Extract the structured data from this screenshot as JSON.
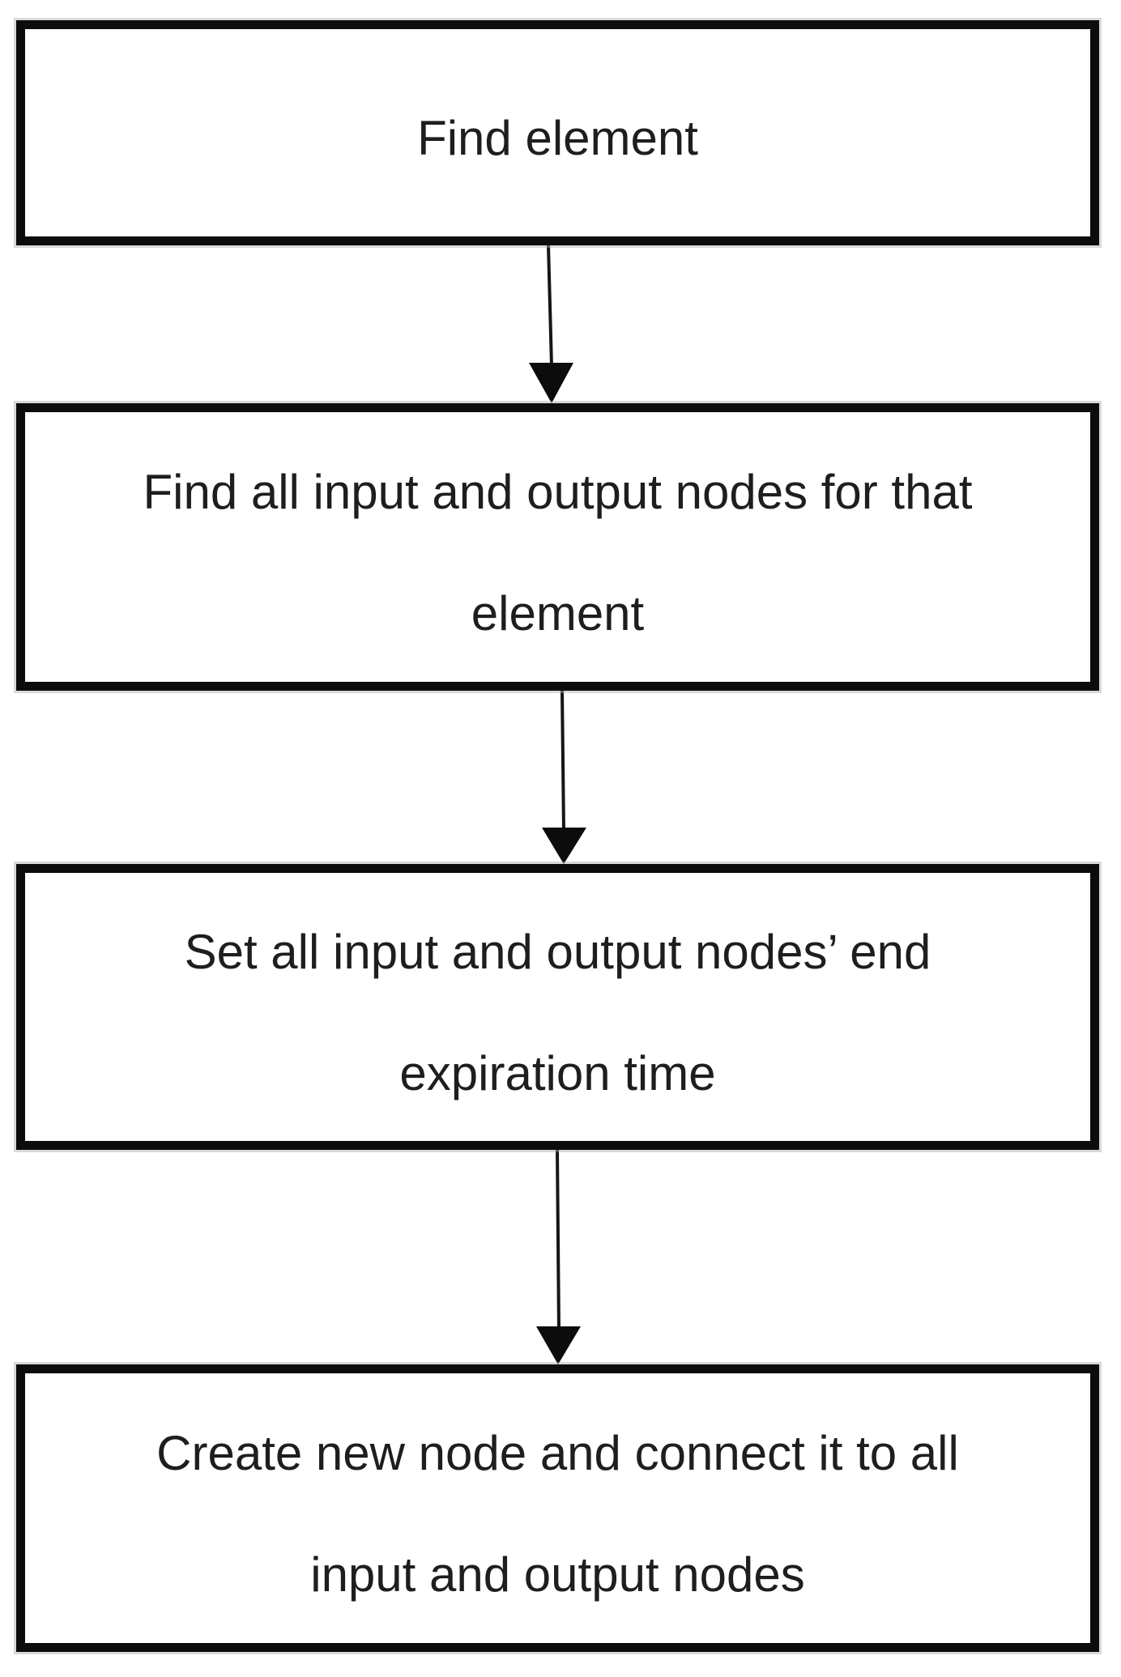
{
  "diagram": {
    "type": "flowchart",
    "background_color": "#ffffff",
    "box_border_color": "#0c0c0c",
    "text_color": "#1e1e1e",
    "arrow_color": "#161616",
    "nodes": [
      {
        "id": "find-element",
        "lines": [
          "Find element"
        ]
      },
      {
        "id": "find-io-nodes",
        "lines": [
          "Find all input and output nodes for that",
          "element"
        ]
      },
      {
        "id": "set-expiration-time",
        "lines": [
          "Set all input and output nodes’ end",
          "expiration time"
        ]
      },
      {
        "id": "create-new-node",
        "lines": [
          "Create new node and connect it to all",
          "input and output nodes"
        ]
      }
    ],
    "connectors": [
      {
        "from": "find-element",
        "to": "find-io-nodes",
        "style": "arrow-down"
      },
      {
        "from": "find-io-nodes",
        "to": "set-expiration-time",
        "style": "arrow-down"
      },
      {
        "from": "set-expiration-time",
        "to": "create-new-node",
        "style": "arrow-down"
      }
    ]
  }
}
